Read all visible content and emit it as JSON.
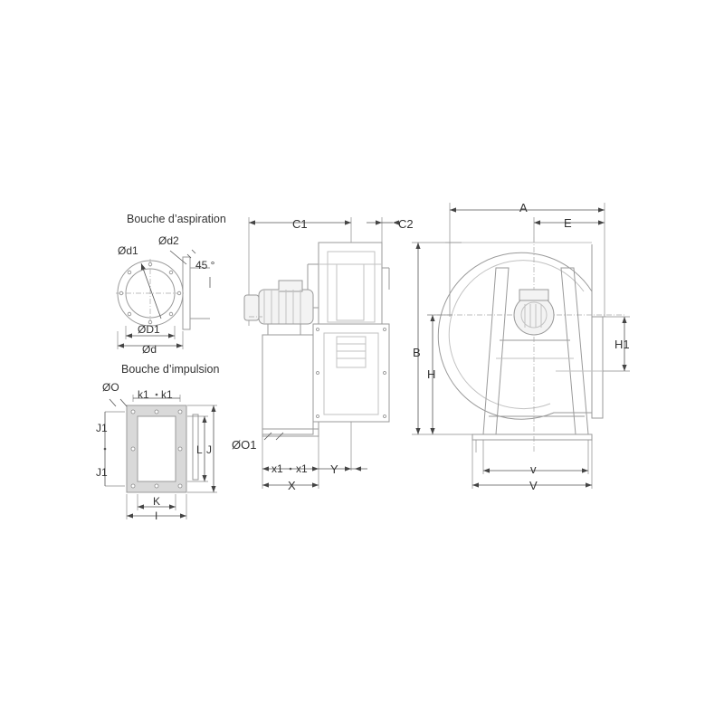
{
  "suction": {
    "title": "Bouche d’aspiration",
    "d1": "Ød1",
    "d2": "Ød2",
    "angle": "45 °",
    "D1": "ØD1",
    "d": "Ød"
  },
  "discharge": {
    "title": "Bouche d’impulsion",
    "O": "ØO",
    "k1_left": "k1",
    "k1_right": "k1",
    "J1_top": "J1",
    "J1_bottom": "J1",
    "L": "L",
    "J": "J",
    "K": "K",
    "I": "I"
  },
  "side_view": {
    "C1": "C1",
    "C2": "C2",
    "O1": "ØO1",
    "x1_left": "x1",
    "x1_right": "x1",
    "X": "X",
    "Y": "Y"
  },
  "front_view": {
    "A": "A",
    "E": "E",
    "B": "B",
    "H": "H",
    "H1": "H1",
    "v": "v",
    "V": "V"
  }
}
